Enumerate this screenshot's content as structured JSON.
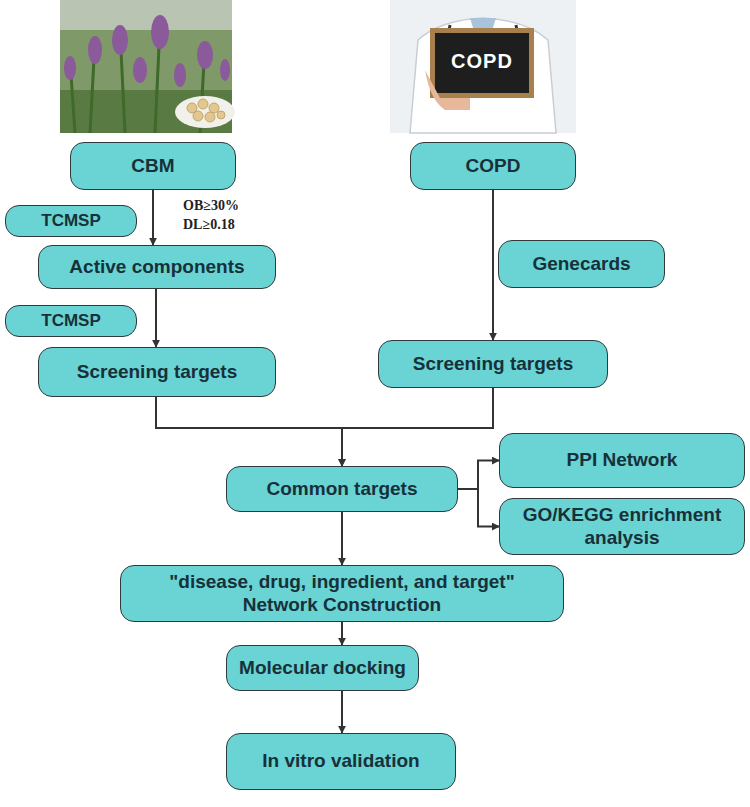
{
  "diagram": {
    "nodes": [
      {
        "text": [
          "CBM"
        ]
      },
      {
        "text": [
          "COPD"
        ]
      },
      {
        "text": [
          "TCMSP"
        ]
      },
      {
        "text": [
          "Active components"
        ]
      },
      {
        "text": [
          "Genecards"
        ]
      },
      {
        "text": [
          "TCMSP"
        ]
      },
      {
        "text": [
          "Screening targets"
        ]
      },
      {
        "text": [
          "Screening targets"
        ]
      },
      {
        "text": [
          "Common targets"
        ]
      },
      {
        "text": [
          "PPI Network"
        ]
      },
      {
        "text": [
          "GO/KEGG enrichment analysis"
        ]
      },
      {
        "text": [
          "\"disease, drug, ingredient, and target\" Network Construction"
        ]
      },
      {
        "text": [
          "Molecular docking"
        ]
      },
      {
        "text": [
          "In vitro validation"
        ]
      }
    ],
    "edges": [
      {
        "from": 0,
        "to": 3,
        "arrow": "to"
      },
      {
        "from": 3,
        "to": 6,
        "arrow": "to"
      },
      {
        "from": 1,
        "to": 7,
        "arrow": "to"
      },
      {
        "from": 6,
        "to": 8,
        "arrow": "to"
      },
      {
        "from": 7,
        "to": 8,
        "arrow": "to"
      },
      {
        "from": 8,
        "to": 9,
        "arrow": "to"
      },
      {
        "from": 8,
        "to": 10,
        "arrow": "to"
      },
      {
        "from": 8,
        "to": 11,
        "arrow": "to"
      },
      {
        "from": 11,
        "to": 12,
        "arrow": "to"
      },
      {
        "from": 12,
        "to": 13,
        "arrow": "to"
      }
    ],
    "labels": [
      "OB≥30%",
      "DL≥0.18",
      "COPD"
    ]
  }
}
